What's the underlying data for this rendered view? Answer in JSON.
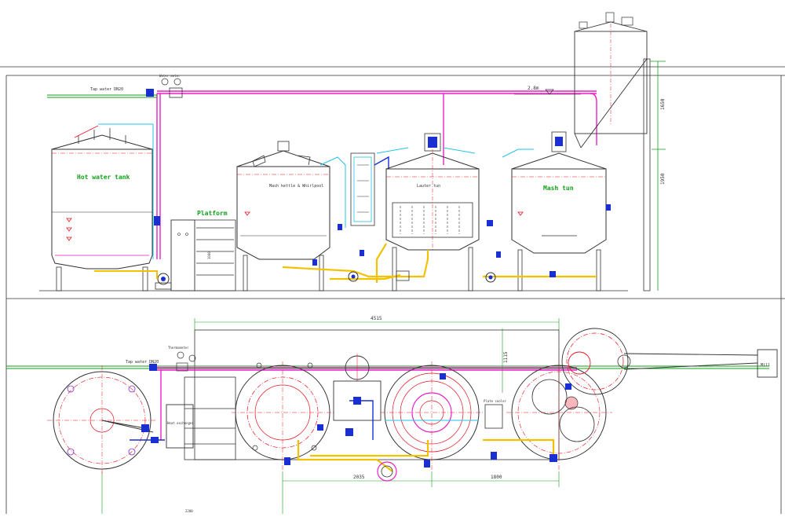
{
  "labels": {
    "hot_water_tank": "Hot water tank",
    "platform": "Platform",
    "lauter_tun": "Lauter tun",
    "mash_tun": "Mash tun",
    "mash_kettle": "Mash kettle & Whirlpool",
    "tap_water_top": "Tap water DN20",
    "tap_water_bottom": "Tap water DN20",
    "level": "2.8m",
    "mill": "Mill",
    "water_meter": "Water meter",
    "thermometer": "Thermometer",
    "heat_exchanger": "Heat exchanger",
    "plate_cooler": "Plate cooler"
  },
  "dimensions": {
    "silo_height": "1650",
    "tank_height": "1950",
    "platform_height": "1000",
    "overall_length": "4515",
    "right_depth": "1115",
    "spacing_a": "2035",
    "spacing_b": "1800",
    "bottom_ref": "2200"
  },
  "colors": {
    "outline": "#333333",
    "hot_water": "#e81ec8",
    "cold_water": "#22c3e6",
    "wort": "#f2c200",
    "pump_valve": "#1a2fd1",
    "centerline": "#e8121e",
    "green": "#12a21a",
    "purple": "#8a2be2"
  }
}
